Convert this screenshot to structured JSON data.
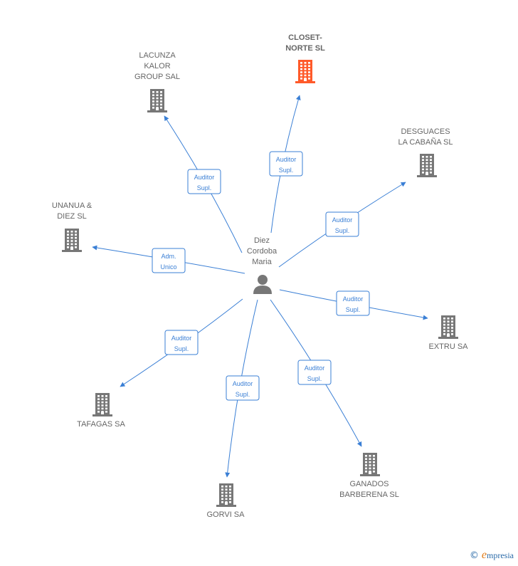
{
  "center": {
    "label_lines": [
      "Diez",
      "Cordoba",
      "Maria"
    ],
    "icon": "person-icon"
  },
  "nodes": [
    {
      "id": "closet-norte",
      "lines": [
        "CLOSET-",
        "NORTE SL"
      ],
      "highlight": true,
      "color": "#ff5a2a",
      "relation": [
        "Auditor",
        "Supl."
      ]
    },
    {
      "id": "lacunza-kalor",
      "lines": [
        "LACUNZA",
        "KALOR",
        "GROUP SAL"
      ],
      "highlight": false,
      "color": "#777777",
      "relation": [
        "Auditor",
        "Supl."
      ]
    },
    {
      "id": "desguaces",
      "lines": [
        "DESGUACES",
        "LA CABAÑA SL"
      ],
      "highlight": false,
      "color": "#777777",
      "relation": [
        "Auditor",
        "Supl."
      ]
    },
    {
      "id": "unanua",
      "lines": [
        "UNANUA &",
        "DIEZ SL"
      ],
      "highlight": false,
      "color": "#777777",
      "relation": [
        "Adm.",
        "Unico"
      ]
    },
    {
      "id": "extru",
      "lines": [
        "EXTRU SA"
      ],
      "highlight": false,
      "color": "#777777",
      "relation": [
        "Auditor",
        "Supl."
      ]
    },
    {
      "id": "tafagas",
      "lines": [
        "TAFAGAS SA"
      ],
      "highlight": false,
      "color": "#777777",
      "relation": [
        "Auditor",
        "Supl."
      ]
    },
    {
      "id": "gorvi",
      "lines": [
        "GORVI SA"
      ],
      "highlight": false,
      "color": "#777777",
      "relation": [
        "Auditor",
        "Supl."
      ]
    },
    {
      "id": "ganados",
      "lines": [
        "GANADOS",
        "BARBERENA SL"
      ],
      "highlight": false,
      "color": "#777777",
      "relation": [
        "Auditor",
        "Supl."
      ]
    }
  ],
  "colors": {
    "edge": "#3a7fd5",
    "building": "#777777",
    "highlight_building": "#ff5a2a",
    "text": "#666666"
  },
  "watermark": {
    "copyright_symbol": "©",
    "brand_initial": "e",
    "brand_rest": "mpresia"
  }
}
